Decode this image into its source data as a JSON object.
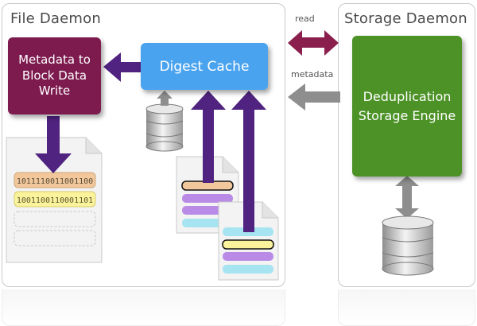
{
  "file_daemon": {
    "title": "File Daemon"
  },
  "storage_daemon": {
    "title": "Storage Daemon"
  },
  "boxes": {
    "metadata_write": "Metadata to\nBlock Data\nWrite",
    "digest_cache": "Digest Cache",
    "dedup_engine": "Deduplication\nStorage Engine"
  },
  "labels": {
    "read": "read",
    "metadata": "metadata"
  },
  "data_blocks": [
    "1011110011001100",
    "1001100110001101"
  ],
  "colors": {
    "arrow_purple": "#4f237f",
    "metadata_box": "#7d1b4f",
    "digest_box": "#4aa3ef",
    "dedup_box": "#4d9227",
    "arrow_maroon": "#8a1f4d",
    "arrow_gray": "#8e8e8e",
    "block_orange": "#f1c79b",
    "block_yellow": "#fbf39b",
    "block_purple": "#b98be6",
    "block_cyan": "#a6e4f1"
  },
  "icons": [
    "database-icon",
    "document-icon"
  ]
}
